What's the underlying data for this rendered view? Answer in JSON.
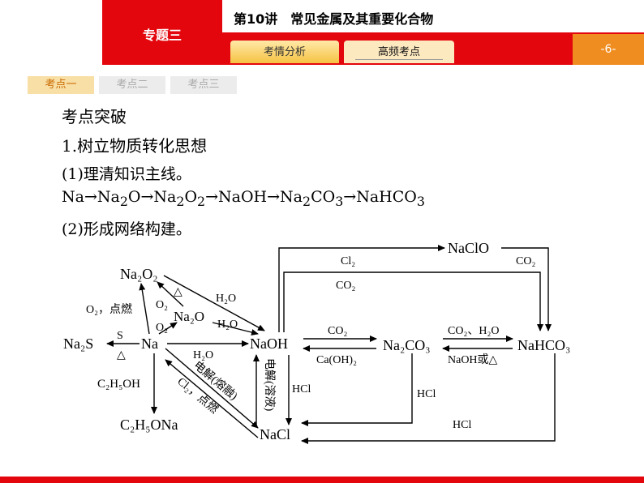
{
  "header": {
    "section": "专题三",
    "title": "第10讲　常见金属及其重要化合物",
    "tabs": [
      {
        "label": "考情分析"
      },
      {
        "label": "高频考点"
      }
    ],
    "page": "-6-"
  },
  "subtabs": [
    {
      "label": "考点一"
    },
    {
      "label": "考点二"
    },
    {
      "label": "考点三"
    }
  ],
  "content": {
    "heading": "考点突破",
    "point1": "1.树立物质转化思想",
    "sub1": "(1)理清知识主线。",
    "sub2": "(2)形成网络构建。",
    "chain": [
      {
        "base": "Na",
        "sub": ""
      },
      {
        "base": "→Na",
        "sub": "2"
      },
      {
        "base": "O→Na",
        "sub": "2"
      },
      {
        "base": "O",
        "sub": "2"
      },
      {
        "base": "→NaOH→Na",
        "sub": "2"
      },
      {
        "base": "CO",
        "sub": "3"
      },
      {
        "base": "→NaHCO",
        "sub": "3"
      }
    ]
  },
  "diagram": {
    "nodes": {
      "na2o2": "Na₂O₂",
      "na2o": "Na₂O",
      "na2s": "Na₂S",
      "na": "Na",
      "naoh": "NaOH",
      "na2co3": "Na₂CO₃",
      "nahco3": "NaHCO₃",
      "naclo": "NaClO",
      "nacl": "NaCl",
      "c2h5oh": "C₂H₅OH",
      "c2h5ona": "C₂H₅ONa"
    },
    "labels": {
      "cl2_top": "Cl₂",
      "co2_top": "CO₂",
      "co2_right": "CO₂",
      "delta_upper": "△",
      "h2o_upper": "H₂O",
      "o2_left_upper": "O₂",
      "o2_left_lower": "O₂",
      "h2o_mid": "H₂O",
      "o2_ignite": "O₂，点燃",
      "s_label": "S",
      "delta_left": "△",
      "co2_mid": "CO₂",
      "caoh2": "Ca(OH)₂",
      "co2_h2o": "CO₂、H₂O",
      "naoh_or_delta": "NaOH或△",
      "h2o_lower": "H₂O",
      "electrolysis_melt": "电解(熔融)",
      "cl2_ignite": "Cl₂，点燃",
      "electrolysis_solution": "电解(溶液)",
      "hcl_naoh": "HCl",
      "hcl_na2co3": "HCl",
      "hcl_nahco3": "HCl"
    }
  }
}
